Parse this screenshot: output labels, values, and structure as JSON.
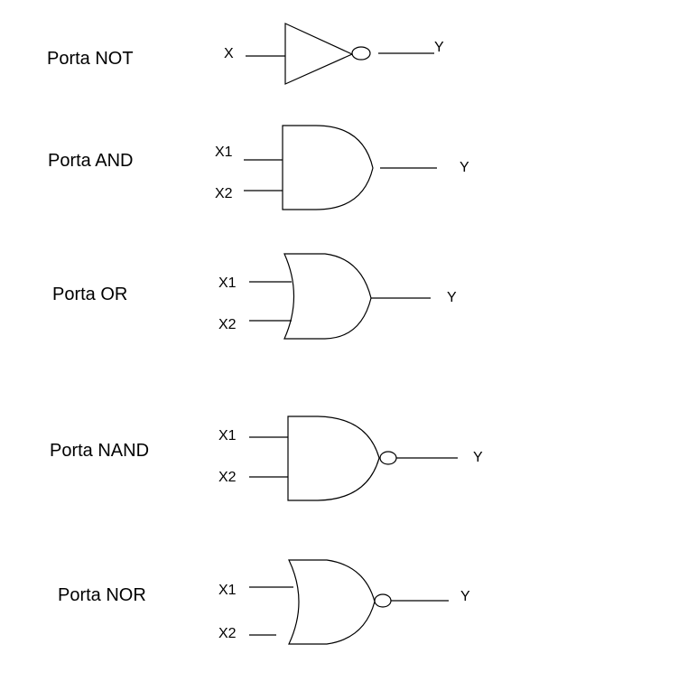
{
  "gates": [
    {
      "title": "Porta NOT",
      "inputs": [
        "X"
      ],
      "output": "Y"
    },
    {
      "title": "Porta AND",
      "inputs": [
        "X1",
        "X2"
      ],
      "output": "Y"
    },
    {
      "title": "Porta OR",
      "inputs": [
        "X1",
        "X2"
      ],
      "output": "Y"
    },
    {
      "title": "Porta NAND",
      "inputs": [
        "X1",
        "X2"
      ],
      "output": "Y"
    },
    {
      "title": "Porta NOR",
      "inputs": [
        "X1",
        "X2"
      ],
      "output": "Y"
    }
  ]
}
